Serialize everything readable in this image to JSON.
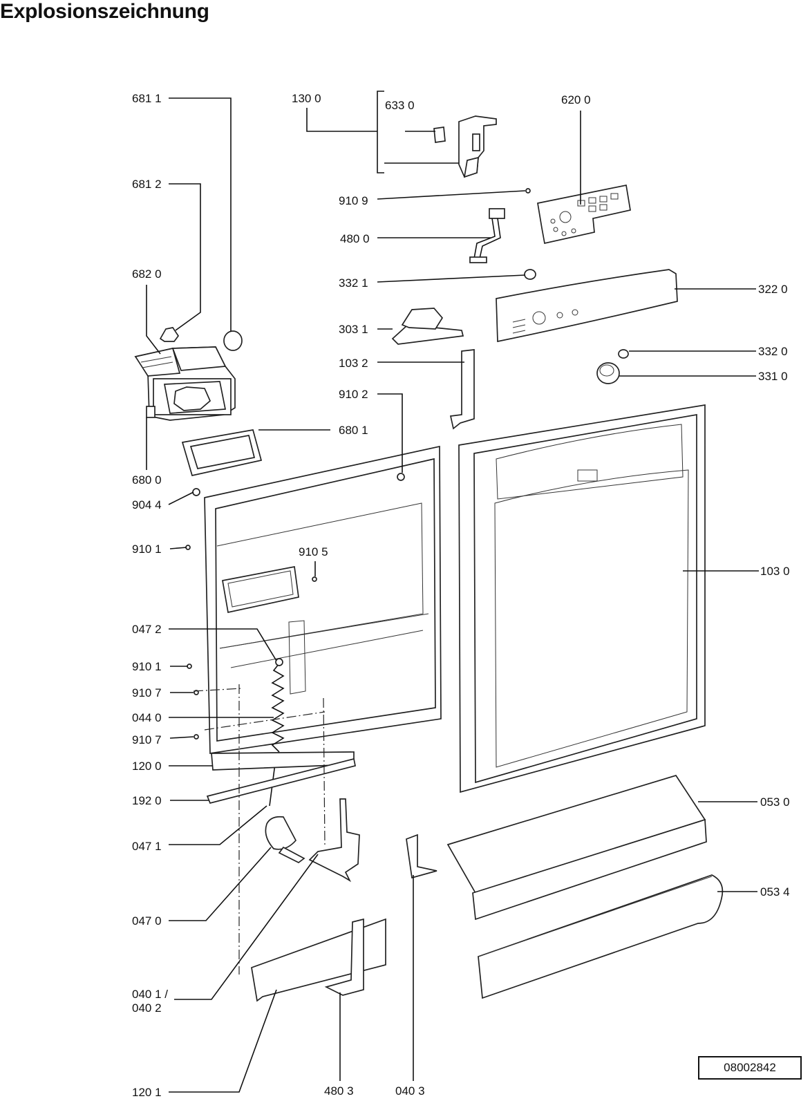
{
  "title": "Explosionszeichnung",
  "doc_number": "08002842",
  "parts": {
    "p6811": "681 1",
    "p6812": "681 2",
    "p6820": "682 0",
    "p6800": "680 0",
    "p6801": "680 1",
    "p1300": "130 0",
    "p6330": "633 0",
    "p6200": "620 0",
    "p9109": "910 9",
    "p4800": "480 0",
    "p3321": "332 1",
    "p3220": "322 0",
    "p3031": "303 1",
    "p3320": "332 0",
    "p1032": "103 2",
    "p3310": "331 0",
    "p9102": "910 2",
    "p9044": "904 4",
    "p9101a": "910 1",
    "p9105": "910 5",
    "p1030": "103 0",
    "p0472": "047 2",
    "p9101b": "910 1",
    "p9107a": "910 7",
    "p0440": "044 0",
    "p9107b": "910 7",
    "p1200": "120 0",
    "p1920": "192 0",
    "p0530": "053 0",
    "p0471": "047 1",
    "p0470": "047 0",
    "p0534": "053 4",
    "p0401": "040 1 /",
    "p0402": "040 2",
    "p1201": "120 1",
    "p4803": "480 3",
    "p0403": "040 3"
  }
}
